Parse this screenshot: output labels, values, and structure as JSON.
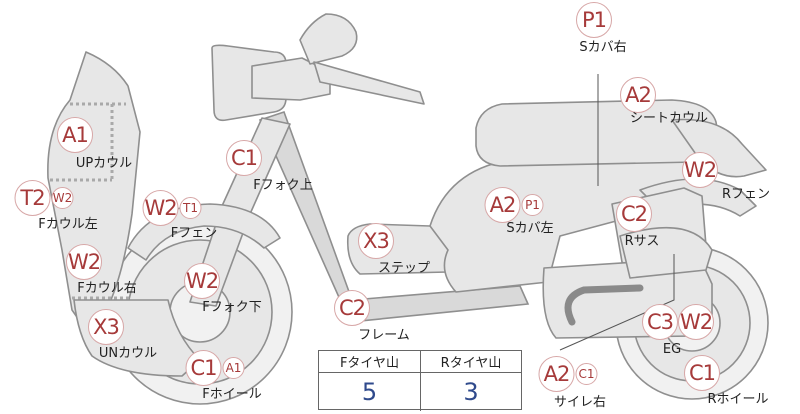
{
  "parts": [
    {
      "id": "s-cover-right",
      "codes": [
        "P1"
      ],
      "label": "Sカバ右"
    },
    {
      "id": "seat-cowl",
      "codes": [
        "A2"
      ],
      "label": "シートカウル"
    },
    {
      "id": "up-cowl",
      "codes": [
        "A1"
      ],
      "label": "UPカウル"
    },
    {
      "id": "front-fork-upper",
      "codes": [
        "C1"
      ],
      "label": "Fフォク上"
    },
    {
      "id": "rear-fender",
      "codes": [
        "W2"
      ],
      "label": "Rフェン"
    },
    {
      "id": "front-cowl-left",
      "codes": [
        "T2",
        "W2"
      ],
      "label": "Fカウル左"
    },
    {
      "id": "front-fender",
      "codes": [
        "W2",
        "T1"
      ],
      "label": "Fフェン"
    },
    {
      "id": "s-cover-left",
      "codes": [
        "A2",
        "P1"
      ],
      "label": "Sカバ左"
    },
    {
      "id": "rear-suspension",
      "codes": [
        "C2"
      ],
      "label": "Rサス"
    },
    {
      "id": "step",
      "codes": [
        "X3"
      ],
      "label": "ステップ"
    },
    {
      "id": "front-cowl-right",
      "codes": [
        "W2"
      ],
      "label": "Fカウル右"
    },
    {
      "id": "front-fork-lower",
      "codes": [
        "W2"
      ],
      "label": "Fフォク下"
    },
    {
      "id": "frame",
      "codes": [
        "C2"
      ],
      "label": "フレーム"
    },
    {
      "id": "under-cowl",
      "codes": [
        "X3"
      ],
      "label": "UNカウル"
    },
    {
      "id": "engine",
      "codes": [
        "C3",
        "W2"
      ],
      "label": "EG"
    },
    {
      "id": "front-wheel",
      "codes": [
        "C1",
        "A1"
      ],
      "label": "Fホイール"
    },
    {
      "id": "silencer-right",
      "codes": [
        "A2",
        "C1"
      ],
      "label": "サイレ右"
    },
    {
      "id": "rear-wheel",
      "codes": [
        "C1"
      ],
      "label": "Rホイール"
    }
  ],
  "tread_table": {
    "headers": [
      "Fタイヤ山",
      "Rタイヤ山"
    ],
    "values": [
      "5",
      "3"
    ]
  },
  "colors": {
    "code_text": "#a63a3a",
    "code_border": "#d7a7a7",
    "part_fill": "#e7e7e7",
    "part_stroke": "#8f8f8f",
    "tread_value": "#2f4a8c"
  }
}
